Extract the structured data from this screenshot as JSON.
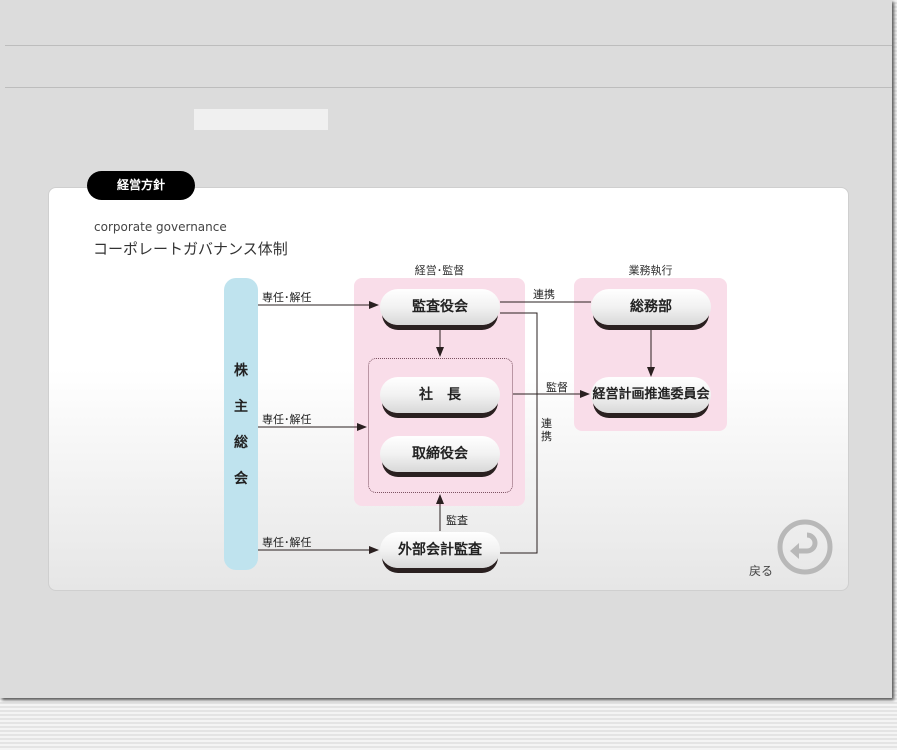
{
  "tab_label": "経営方針",
  "subtitle": "corporate governance",
  "title": "コーポレートガバナンス体制",
  "shareholders": [
    "株",
    "主",
    "総",
    "会"
  ],
  "groups": {
    "management": "経営･監督",
    "execution": "業務執行"
  },
  "nodes": {
    "auditors": "監査役会",
    "president": "社　長",
    "board": "取締役会",
    "external_audit": "外部会計監査",
    "general_affairs": "総務部",
    "planning": "経営計画推進委員会"
  },
  "edges": {
    "appoint1": "専任･解任",
    "appoint2": "専任･解任",
    "appoint3": "専任･解任",
    "cooperate1": "連携",
    "cooperate2": "連携",
    "supervise": "監督",
    "audit": "監査"
  },
  "back_label": "戻る"
}
